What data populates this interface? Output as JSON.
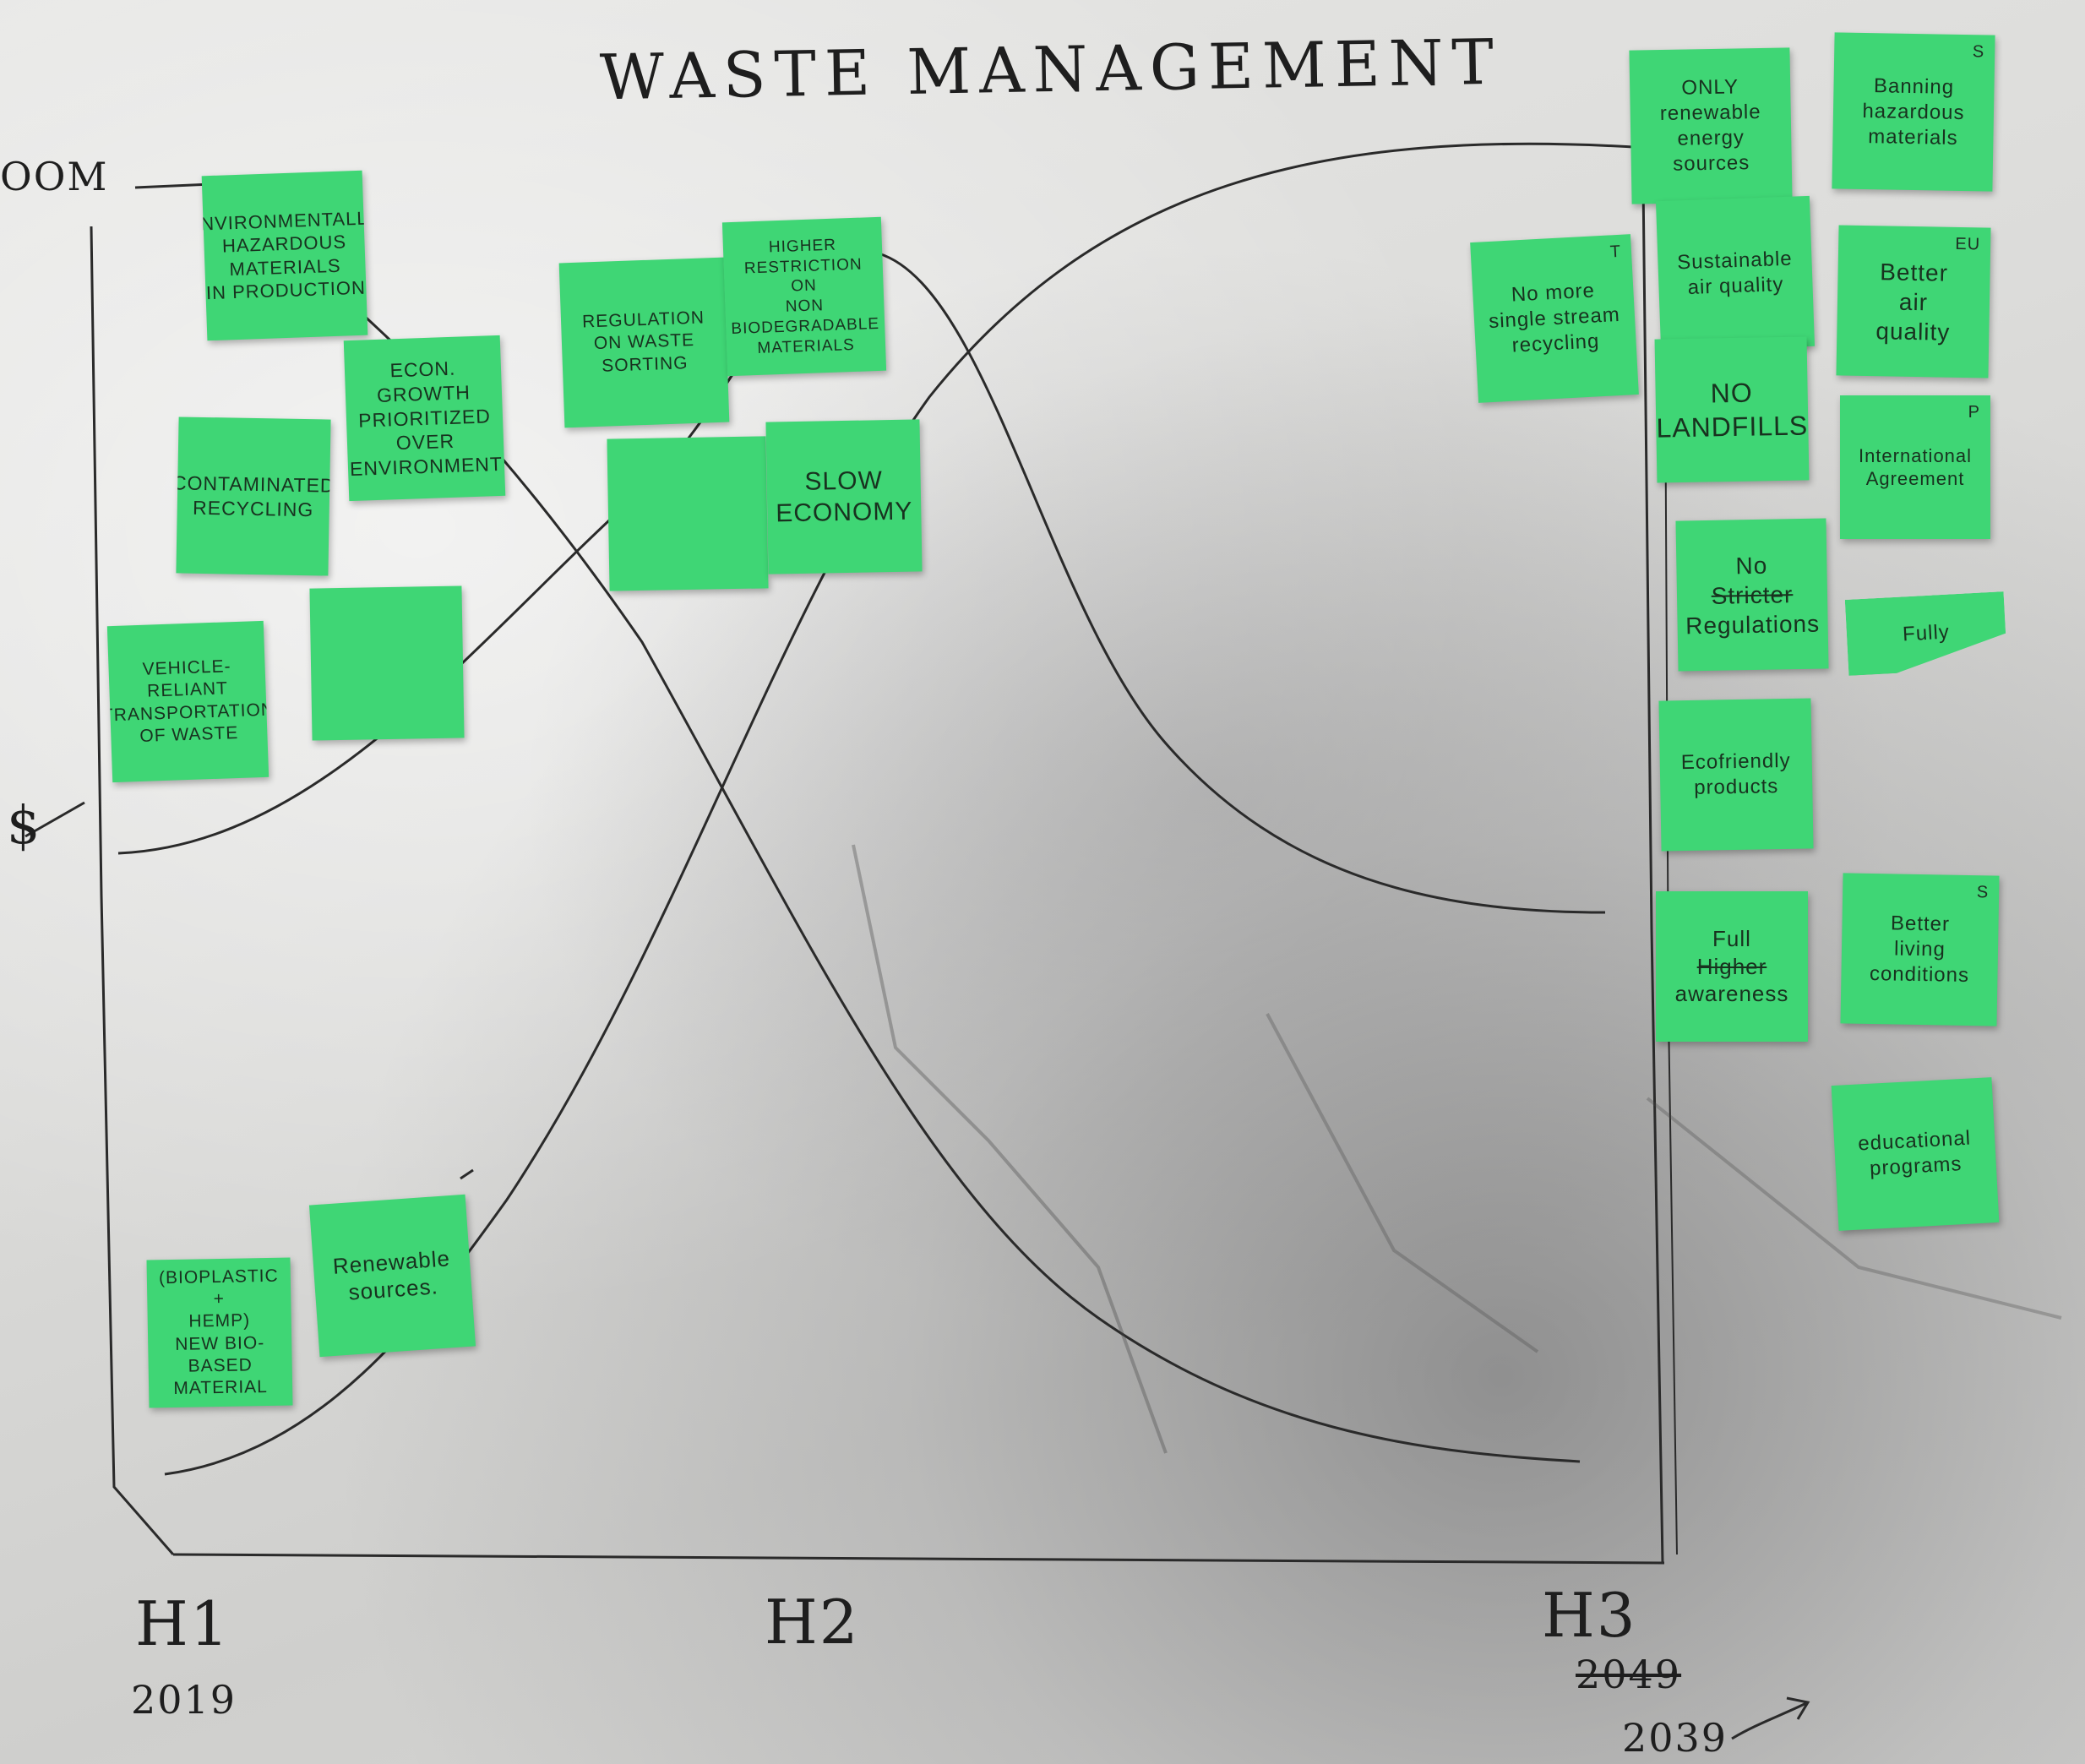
{
  "title": "WASTE MANAGEMENT",
  "axis": {
    "y_top_label": "OOM",
    "y_mid_label": "$",
    "horizons": [
      "H1",
      "H2",
      "H3"
    ],
    "start_year": "2019",
    "end_year_crossed": "2049",
    "end_year": "2039"
  },
  "notes": {
    "n1": "ENVIRONMENTALLY\nHAZARDOUS\nMATERIALS\nIN PRODUCTION",
    "n2": "CONTAMINATED\nRECYCLING",
    "n3": "ECON. GROWTH\nPRIORITIZED\nOVER\nENVIRONMENT",
    "n4": "VEHICLE-\nRELIANT\nTRANSPORTATION\nOF WASTE",
    "n5": "",
    "n6": "REGULATION\nON WASTE\nSORTING",
    "n7": "HIGHER\nRESTRICTION ON\nNON BIODEGRADABLE\nMATERIALS",
    "n8": "",
    "n9": "SLOW\nECONOMY",
    "n10": "Renewable\nsources.",
    "n11": "(BIOPLASTIC\n+\nHEMP)\nNEW BIO-BASED\nMATERIAL",
    "n12": "No more\nsingle stream\nrecycling",
    "n13": "ONLY\nrenewable\nenergy\nsources",
    "n14": "Banning\nhazardous\nmaterials",
    "n15": "Sustainable\nair quality",
    "n16": "Better\nair\nquality",
    "n17": "NO\nLANDFILLS",
    "n18": "International\nAgreement",
    "n19_line1": "No",
    "n19_strike": "Stricter",
    "n19_line3": "Regulations",
    "n20": "Fully",
    "n21": "Ecofriendly\nproducts",
    "n22_line1": "Full",
    "n22_strike": "Higher",
    "n22_line3": "awareness",
    "n23": "Better\nliving\nconditions",
    "n24": "educational\nprograms"
  },
  "corner_marks": {
    "n12": "T",
    "n14": "S",
    "n16": "EU",
    "n18": "P",
    "n23": "S"
  }
}
